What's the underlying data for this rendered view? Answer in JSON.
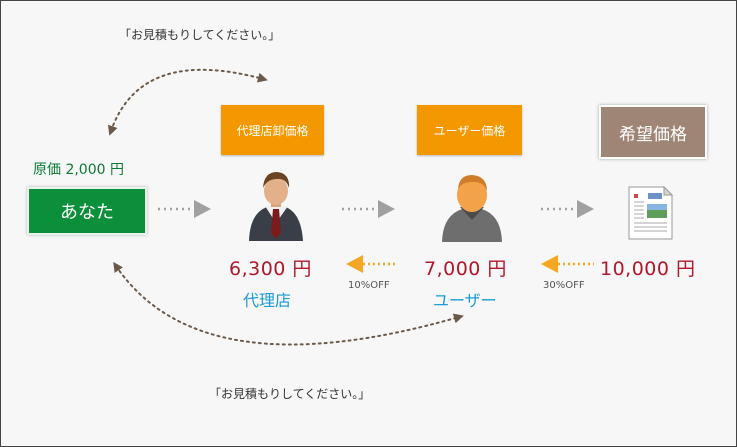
{
  "quote_top": "「お見積もりしてください。」",
  "quote_bottom": "「お見積もりしてください。」",
  "you": {
    "cost_label": "原価 2,000 円",
    "label": "あなた"
  },
  "agency": {
    "header": "代理店卸価格",
    "price": "6,300 円",
    "role": "代理店",
    "discount": "10%OFF"
  },
  "user": {
    "header": "ユーザー価格",
    "price": "7,000 円",
    "role": "ユーザー",
    "discount": "30%OFF"
  },
  "desired": {
    "header": "希望価格",
    "price": "10,000 円"
  },
  "colors": {
    "orange": "#f39800",
    "taupe": "#9f8575",
    "green": "#0b8f3a",
    "price_red": "#b0182b",
    "role_blue": "#1a9bd7",
    "arrow_gray": "#a0a0a0",
    "arrow_orange": "#f5a623",
    "curve_brown": "#6b5a4a"
  },
  "icons": [
    "businessman-icon",
    "user-person-icon",
    "document-icon"
  ]
}
